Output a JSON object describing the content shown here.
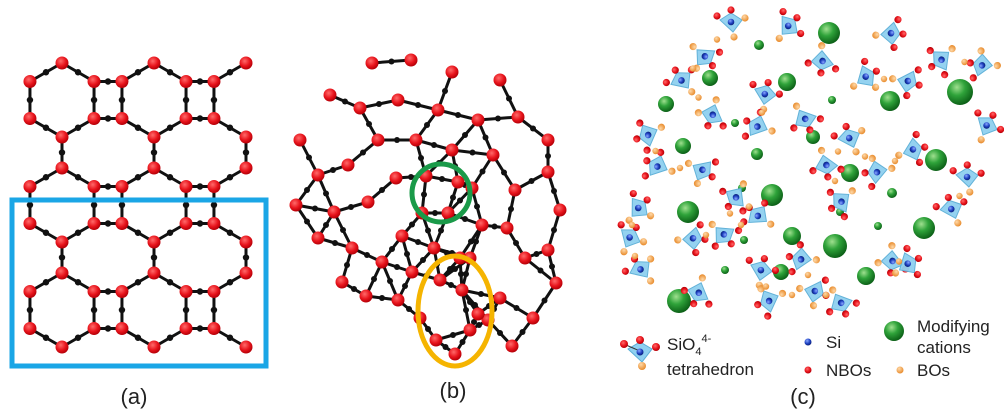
{
  "panels": {
    "a": {
      "caption": "(a)"
    },
    "b": {
      "caption": "(b)"
    },
    "c": {
      "caption": "(c)"
    }
  },
  "legend": {
    "tetra_label_main": "SiO",
    "tetra_label_sub": "4",
    "tetra_label_sup": "4-",
    "tetra_label_line2": "tetrahedron",
    "si": "Si",
    "nbos": "NBOs",
    "modifying_line1": "Modifying",
    "modifying_line2": "cations",
    "bos": "BOs"
  },
  "colors": {
    "oxygen": "#e8141c",
    "bond": "#111111",
    "box": "#1aa6e6",
    "circle_green": "#1a9a49",
    "ellipse_orange": "#f5b400",
    "cation": "#1e8a2a",
    "si": "#1c3fbf",
    "bo": "#f0a040",
    "tetra": "#8fd0f0"
  },
  "icons": [
    "tetrahedron-icon",
    "si-dot-icon",
    "nbo-dot-icon",
    "cation-dot-icon",
    "bo-dot-icon"
  ]
}
